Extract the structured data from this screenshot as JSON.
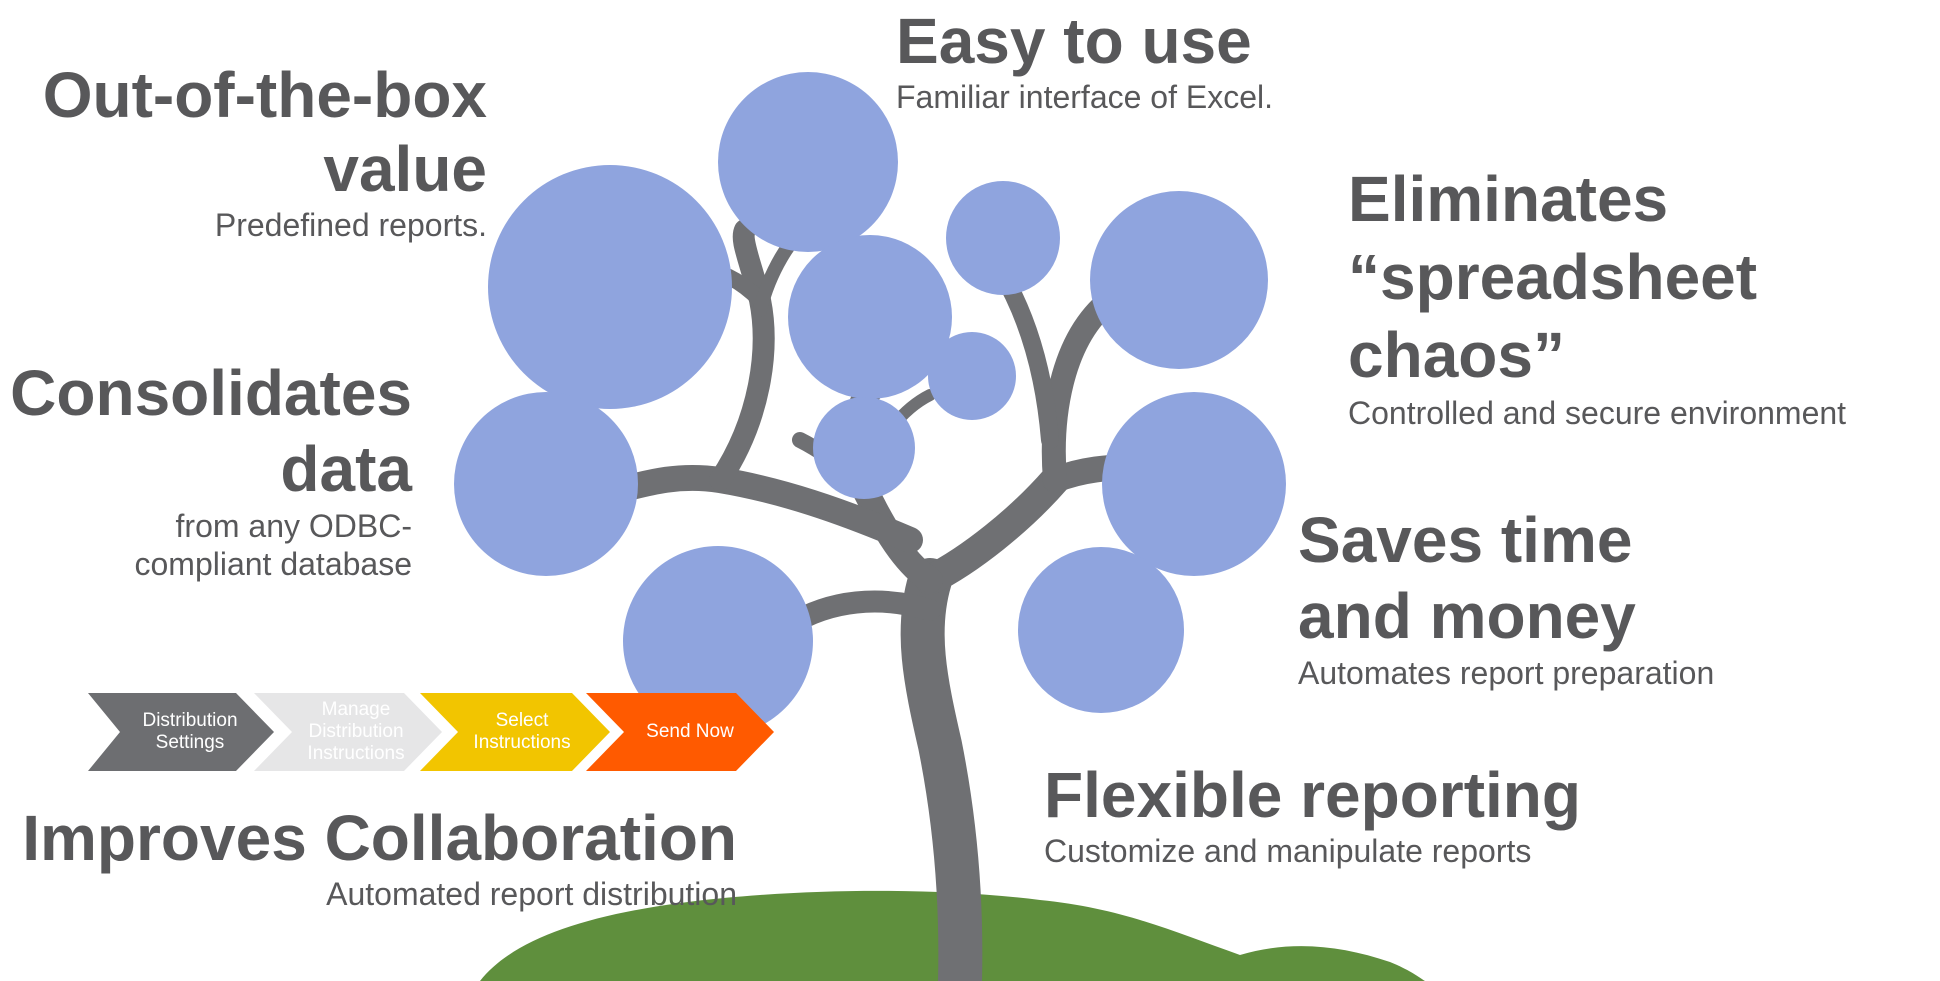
{
  "features": {
    "easy": {
      "title": "Easy to use",
      "subtitle": "Familiar interface of Excel."
    },
    "outofbox": {
      "title": "Out-of-the-box\nvalue",
      "subtitle": "Predefined reports."
    },
    "eliminates": {
      "title": "Eliminates\n“spreadsheet\nchaos”",
      "subtitle": "Controlled and secure environment"
    },
    "consolidates": {
      "title": "Consolidates\ndata",
      "subtitle": "from any ODBC-\ncompliant database"
    },
    "saves": {
      "title": "Saves time\nand money",
      "subtitle": "Automates report preparation"
    },
    "flexible": {
      "title": "Flexible reporting",
      "subtitle": "Customize and manipulate reports"
    },
    "collab": {
      "title": "Improves Collaboration",
      "subtitle": "Automated report distribution"
    }
  },
  "process_steps": [
    {
      "label": "Distribution\nSettings",
      "color": "#6d6e71",
      "text_color": "#ffffff"
    },
    {
      "label": "Manage\nDistribution\nInstructions",
      "color": "#e6e6e7",
      "text_color": "#ffffff"
    },
    {
      "label": "Select\nInstructions",
      "color": "#f2c500",
      "text_color": "#ffffff"
    },
    {
      "label": "Send Now",
      "color": "#ff5a00",
      "text_color": "#ffffff"
    }
  ],
  "colors": {
    "text": "#58585a",
    "bubble": "#8fa4de",
    "tree": "#6f7073",
    "grass": "#5f8f3d"
  }
}
